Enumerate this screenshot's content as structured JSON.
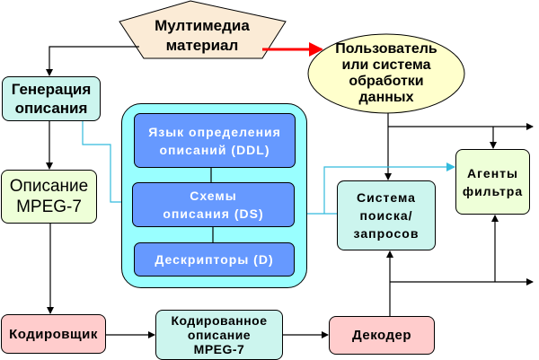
{
  "title": "MPEG-7 description processing chain",
  "colors": {
    "multimedia_fill": "#FBEBD6",
    "user_fill": "#FFFFCC",
    "generation_fill": "#CCF5EE",
    "description_fill": "#EEFFD8",
    "encoder_fill": "#FFCCCC",
    "container_fill": "#99FFFF",
    "component_fill": "#6699FF",
    "red_arrow": "#FF0000",
    "cyan_link": "#33BBDD"
  },
  "nodes": {
    "multimedia": "Мултимедиа\nматериал",
    "user": "Пользователь\nили система\nобработки\nданных",
    "generation": "Генерация\nописания",
    "description": "Описание\nMPEG-7",
    "ddl": "Язык определения\nописаний (DDL)",
    "ds": "Схемы\nописания (DS)",
    "descriptors": "Дескрипторы (D)",
    "search": "Система\nпоиска/\nзапросов",
    "agents": "Агенты\nфильтра",
    "encoder": "Кодировщик",
    "encoded": "Кодированное\nописание\nMPEG-7",
    "decoder": "Декодер"
  }
}
